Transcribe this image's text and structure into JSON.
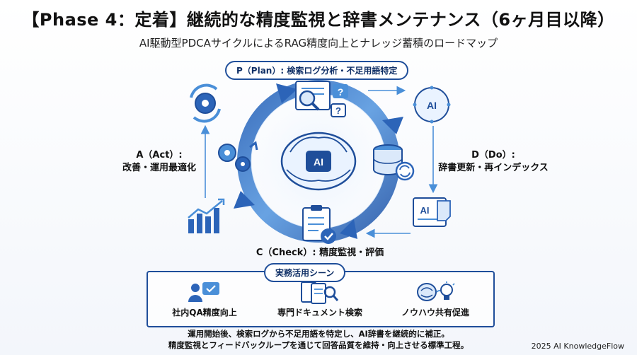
{
  "header": {
    "title": "【Phase 4：定着】継続的な精度監視と辞書メンテナンス（6ヶ月目以降）",
    "subtitle": "AI駆動型PDCAサイクルによるRAG精度向上とナレッジ蓄積のロードマップ"
  },
  "cycle": {
    "plan_label": "P（Plan）: 検索ログ分析・不足用語特定",
    "do_label_1": "D（Do）:",
    "do_label_2": "辞書更新・再インデックス",
    "check_label": "C（Check）: 精度監視・評価",
    "act_label_1": "A（Act）:",
    "act_label_2": "改善・運用最適化",
    "center_text": "AI",
    "do_screen_text": "AI",
    "do_icon_text": "AI"
  },
  "scenes": {
    "title": "実務活用シーン",
    "items": [
      {
        "label": "社内QA精度向上",
        "icon": "chat-support-icon"
      },
      {
        "label": "専門ドキュメント検索",
        "icon": "document-search-icon"
      },
      {
        "label": "ノウハウ共有促進",
        "icon": "brain-lightbulb-icon"
      }
    ]
  },
  "footer": {
    "line1": "運用開始後、検索ログから不足用語を特定し、AI辞書を継続的に補正。",
    "line2": "精度監視とフィードバックループを通じて回答品質を維持・向上させる標準工程。"
  },
  "copyright": "2025 AI KnowledgeFlow",
  "colors": {
    "primary": "#1f4e9a",
    "accent": "#4a8fd8",
    "light": "#a9cbf0"
  }
}
